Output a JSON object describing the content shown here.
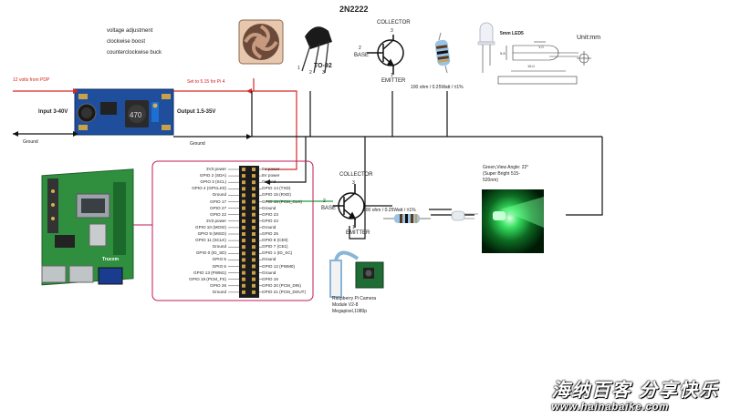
{
  "title": "2N2222",
  "adj_notes": [
    "voltage adjustment",
    "clockwise  boost",
    "counterclockwise buck"
  ],
  "input_12v": "12 volts from PDP",
  "set_to": "Set to 5.15 for Pi 4",
  "input_label": "Input 3-40V",
  "output_label": "Output 1.5-35V",
  "ground_left": "Ground",
  "ground_mid": "Ground",
  "module_marking": "470",
  "to92_label": "TO-92",
  "to92_pins": [
    "1",
    "2",
    "3"
  ],
  "transistor_top": {
    "collector": "COLLECTOR",
    "base": "BASE",
    "emitter": "EMITTER",
    "pin_c": "3",
    "pin_b": "2",
    "pin_e": "1"
  },
  "resistor_top_label": "100 ohm / 0.25Watt / ±1%",
  "led_title": "5mm LED5",
  "unit": "Unit:mm",
  "transistor_mid": {
    "collector": "COLLECTOR",
    "base": "BASE",
    "emitter": "EMITTER",
    "pin_c": "3",
    "pin_b": "2",
    "pin_e": "1"
  },
  "resistor_mid_label": "100 ohm / 0.25Watt / ±1%",
  "led_note": "Green,View Angle: 22°\n(Super Bright 515-\n520nm)",
  "camera_caption": "Raspberry Pi Camera\nModule V2-8\nMegapixel,1080p",
  "board_label": "Trucom",
  "gpio_left": [
    "3V3 power",
    "GPIO 2 (SDA)",
    "GPIO 3 (SCL)",
    "GPIO 4 (GPCLK0)",
    "Ground",
    "GPIO 17",
    "GPIO 27",
    "GPIO 22",
    "3V3 power",
    "GPIO 10 (MOSI)",
    "GPIO 9 (MISO)",
    "GPIO 11 (SCLK)",
    "Ground",
    "GPIO 0 (ID_SD)",
    "GPIO 5",
    "GPIO 6",
    "GPIO 13 (PWM1)",
    "GPIO 19 (PCM_FS)",
    "GPIO 26",
    "Ground"
  ],
  "gpio_right": [
    "5V power",
    "5V power",
    "Ground",
    "GPIO 14 (TXD)",
    "GPIO 15 (RXD)",
    "GPIO 18 (PCM_CLK)",
    "Ground",
    "GPIO 23",
    "GPIO 24",
    "Ground",
    "GPIO 25",
    "GPIO 8 (CE0)",
    "GPIO 7 (CE1)",
    "GPIO 1 (ID_SC)",
    "Ground",
    "GPIO 12 (PWM0)",
    "Ground",
    "GPIO 16",
    "GPIO 20 (PCM_DIN)",
    "GPIO 21 (PCM_DOUT)"
  ],
  "watermark_cn": "海纳百客 分享快乐",
  "watermark_url": "www.hainabaike.com",
  "colors": {
    "red_wire": "#d62828",
    "black_wire": "#111111",
    "green_wire": "#1f9d3a",
    "pcb_blue": "#1f4f9c",
    "pi_green": "#2f8f3e",
    "led_green": "#38e060"
  }
}
